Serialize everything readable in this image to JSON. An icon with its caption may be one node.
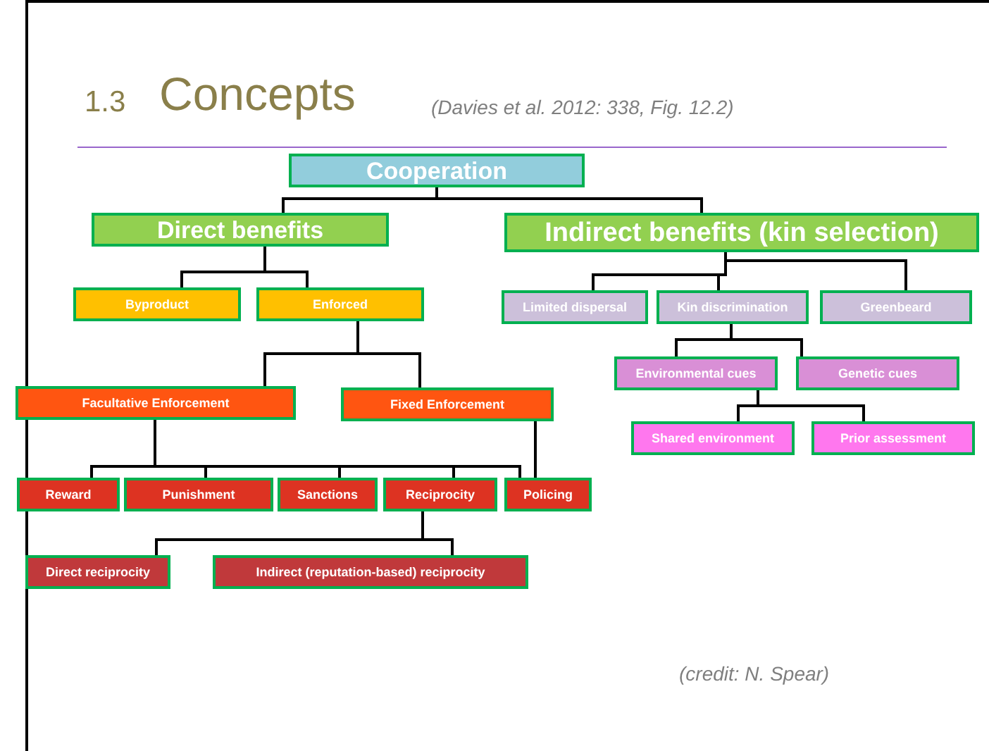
{
  "diagram": {
    "title": "Concepts",
    "nodes": [
      {
        "text": [
          "Cooperation"
        ]
      },
      {
        "text": [
          "Direct benefits"
        ]
      },
      {
        "text": [
          "Indirect benefits (kin selection)"
        ]
      },
      {
        "text": [
          "Byproduct"
        ]
      },
      {
        "text": [
          "Enforced"
        ]
      },
      {
        "text": [
          "Limited dispersal"
        ]
      },
      {
        "text": [
          "Kin discrimination"
        ]
      },
      {
        "text": [
          "Greenbeard"
        ]
      },
      {
        "text": [
          "Environmental cues"
        ]
      },
      {
        "text": [
          "Genetic cues"
        ]
      },
      {
        "text": [
          "Shared environment"
        ]
      },
      {
        "text": [
          "Prior assessment"
        ]
      },
      {
        "text": [
          "Facultative Enforcement"
        ]
      },
      {
        "text": [
          "Fixed Enforcement"
        ]
      },
      {
        "text": [
          "Reward"
        ]
      },
      {
        "text": [
          "Punishment"
        ]
      },
      {
        "text": [
          "Sanctions"
        ]
      },
      {
        "text": [
          "Reciprocity"
        ]
      },
      {
        "text": [
          "Policing"
        ]
      },
      {
        "text": [
          "Direct reciprocity"
        ]
      },
      {
        "text": [
          "Indirect (reputation-based) reciprocity"
        ]
      }
    ],
    "edges": [
      {
        "from": 0,
        "to": 1,
        "arrow": "none"
      },
      {
        "from": 0,
        "to": 2,
        "arrow": "none"
      },
      {
        "from": 1,
        "to": 3,
        "arrow": "none"
      },
      {
        "from": 1,
        "to": 4,
        "arrow": "none"
      },
      {
        "from": 2,
        "to": 5,
        "arrow": "none"
      },
      {
        "from": 2,
        "to": 6,
        "arrow": "none"
      },
      {
        "from": 2,
        "to": 7,
        "arrow": "none"
      },
      {
        "from": 4,
        "to": 12,
        "arrow": "none"
      },
      {
        "from": 4,
        "to": 13,
        "arrow": "none"
      },
      {
        "from": 6,
        "to": 8,
        "arrow": "none"
      },
      {
        "from": 6,
        "to": 9,
        "arrow": "none"
      },
      {
        "from": 8,
        "to": 10,
        "arrow": "none"
      },
      {
        "from": 8,
        "to": 11,
        "arrow": "none"
      },
      {
        "from": 12,
        "to": 14,
        "arrow": "none"
      },
      {
        "from": 12,
        "to": 15,
        "arrow": "none"
      },
      {
        "from": 12,
        "to": 16,
        "arrow": "none"
      },
      {
        "from": 12,
        "to": 17,
        "arrow": "none"
      },
      {
        "from": 12,
        "to": 18,
        "arrow": "none"
      },
      {
        "from": 13,
        "to": 18,
        "arrow": "none"
      },
      {
        "from": 17,
        "to": 19,
        "arrow": "none"
      },
      {
        "from": 17,
        "to": 20,
        "arrow": "none"
      }
    ],
    "labels": [
      "1.3",
      "(Davies et al. 2012: 338, Fig. 12.2)",
      "(credit: N. Spear)"
    ]
  }
}
